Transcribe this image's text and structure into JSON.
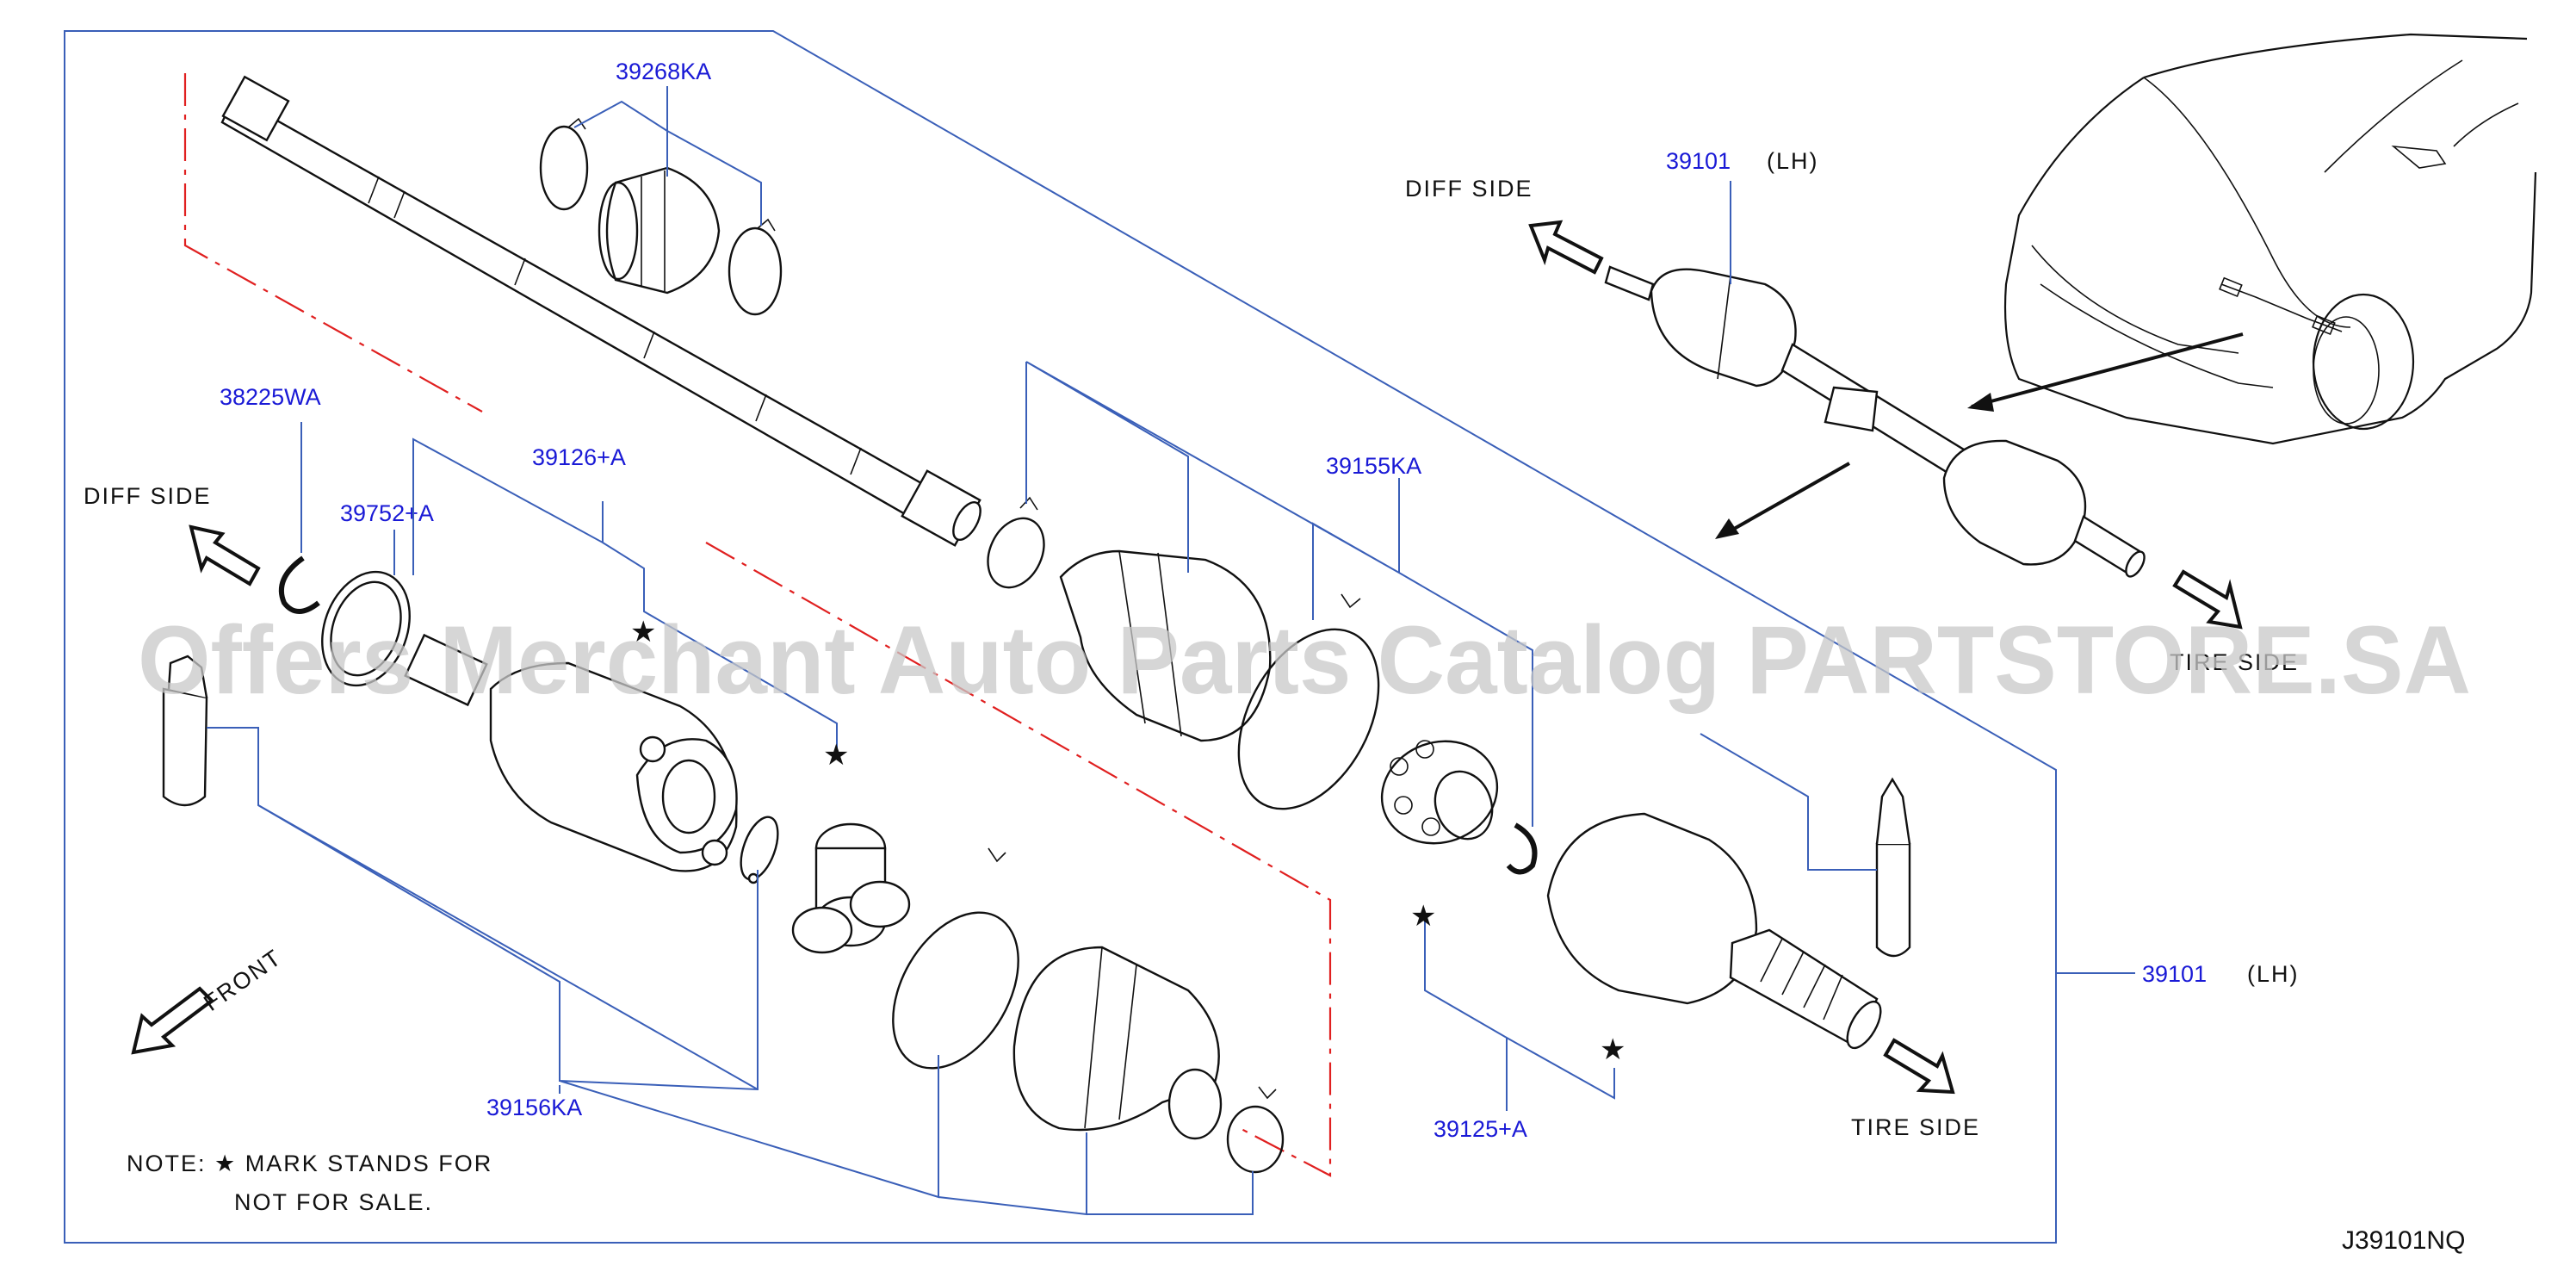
{
  "diagram": {
    "part_numbers": {
      "boot_kit_top": "39268KA",
      "snap_ring": "38225WA",
      "seal_ring": "39752+A",
      "inner_joint": "39126+A",
      "outer_boot_kit": "39155KA",
      "inner_boot_kit": "39156KA",
      "outer_joint": "39125+A",
      "shaft_assy_main": "39101",
      "shaft_assy_inset": "39101"
    },
    "qualifiers": {
      "lh_main": "(LH)",
      "lh_inset": "(LH)"
    },
    "direction_labels": {
      "diff_side_left": "DIFF   SIDE",
      "diff_side_inset": "DIFF   SIDE",
      "tire_side_bottom": "TIRE   SIDE",
      "tire_side_inset": "TIRE   SIDE",
      "front": "FRONT"
    },
    "note": {
      "line1": "NOTE:   ★  MARK   STANDS   FOR",
      "line2": "NOT   FOR   SALE."
    },
    "star_symbol": "★",
    "diagram_code": "J39101NQ"
  },
  "watermark": "Offers Merchant Auto Parts Catalog PARTSTORE.SA",
  "colors": {
    "callout": "#1a1ad6",
    "leader": "#3a5fb8",
    "dash_line": "#e02020",
    "line_art": "#111111"
  }
}
